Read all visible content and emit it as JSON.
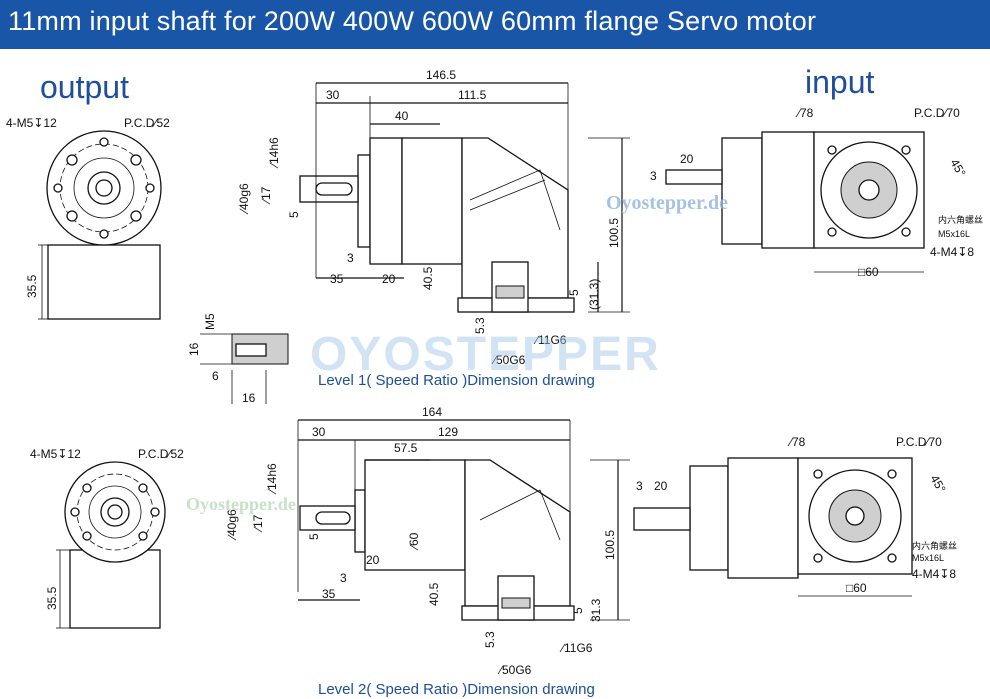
{
  "title": "11mm input shaft for 200W 400W 600W 60mm flange Servo motor",
  "labels": {
    "output": "output",
    "input": "input",
    "watermark": "Oyostepper.de",
    "logo": "OYOSTEPPER"
  },
  "level1": {
    "caption": "Level 1( Speed Ratio )Dimension drawing",
    "out_holes": "4-M5↧12",
    "out_pcd": "P.C.D∕52",
    "out_height": "35.5",
    "total_len": "146.5",
    "d30": "30",
    "d111": "111.5",
    "d40": "40",
    "d14": "∕14h6",
    "d40g": "∕40g6",
    "d17": "∕17",
    "d5": "5",
    "d3": "3",
    "d35": "35",
    "d20": "20",
    "d405": "40.5",
    "d1005": "100.5",
    "d313": "(31.3)",
    "d5b": "5",
    "d53": "5.3",
    "d11": "∕11G6",
    "d50": "∕50G6",
    "in_d78": "∕78",
    "in_pcd": "P.C.D∕70",
    "in_45": "45°",
    "in_20": "20",
    "in_3": "3",
    "in_screw1": "内六角螺丝",
    "in_screw2": "M5x16L",
    "in_holes": "4-M4↧8",
    "in_sq": "□60",
    "key_m5": "M5",
    "key_16": "16",
    "key_6": "6",
    "key_16b": "16"
  },
  "level2": {
    "caption": "Level 2( Speed Ratio )Dimension drawing",
    "out_holes": "4-M5↧12",
    "out_pcd": "P.C.D∕52",
    "out_height": "35.5",
    "total_len": "164",
    "d30": "30",
    "d129": "129",
    "d575": "57.5",
    "d14": "∕14h6",
    "d40g": "∕40g6",
    "d17": "∕17",
    "d5": "5",
    "d60": "∕60",
    "d3": "3",
    "d20": "20",
    "d35": "35",
    "d405": "40.5",
    "d1005": "100.5",
    "d313": "31.3",
    "d5b": "5",
    "d53": "5.3",
    "d11": "∕11G6",
    "d50": "∕50G6",
    "in_d78": "∕78",
    "in_pcd": "P.C.D∕70",
    "in_45": "45°",
    "in_3": "3",
    "in_20": "20",
    "in_screw1": "内六角螺丝",
    "in_screw2": "M5x16L",
    "in_holes": "4-M4↧8",
    "in_sq": "□60"
  }
}
